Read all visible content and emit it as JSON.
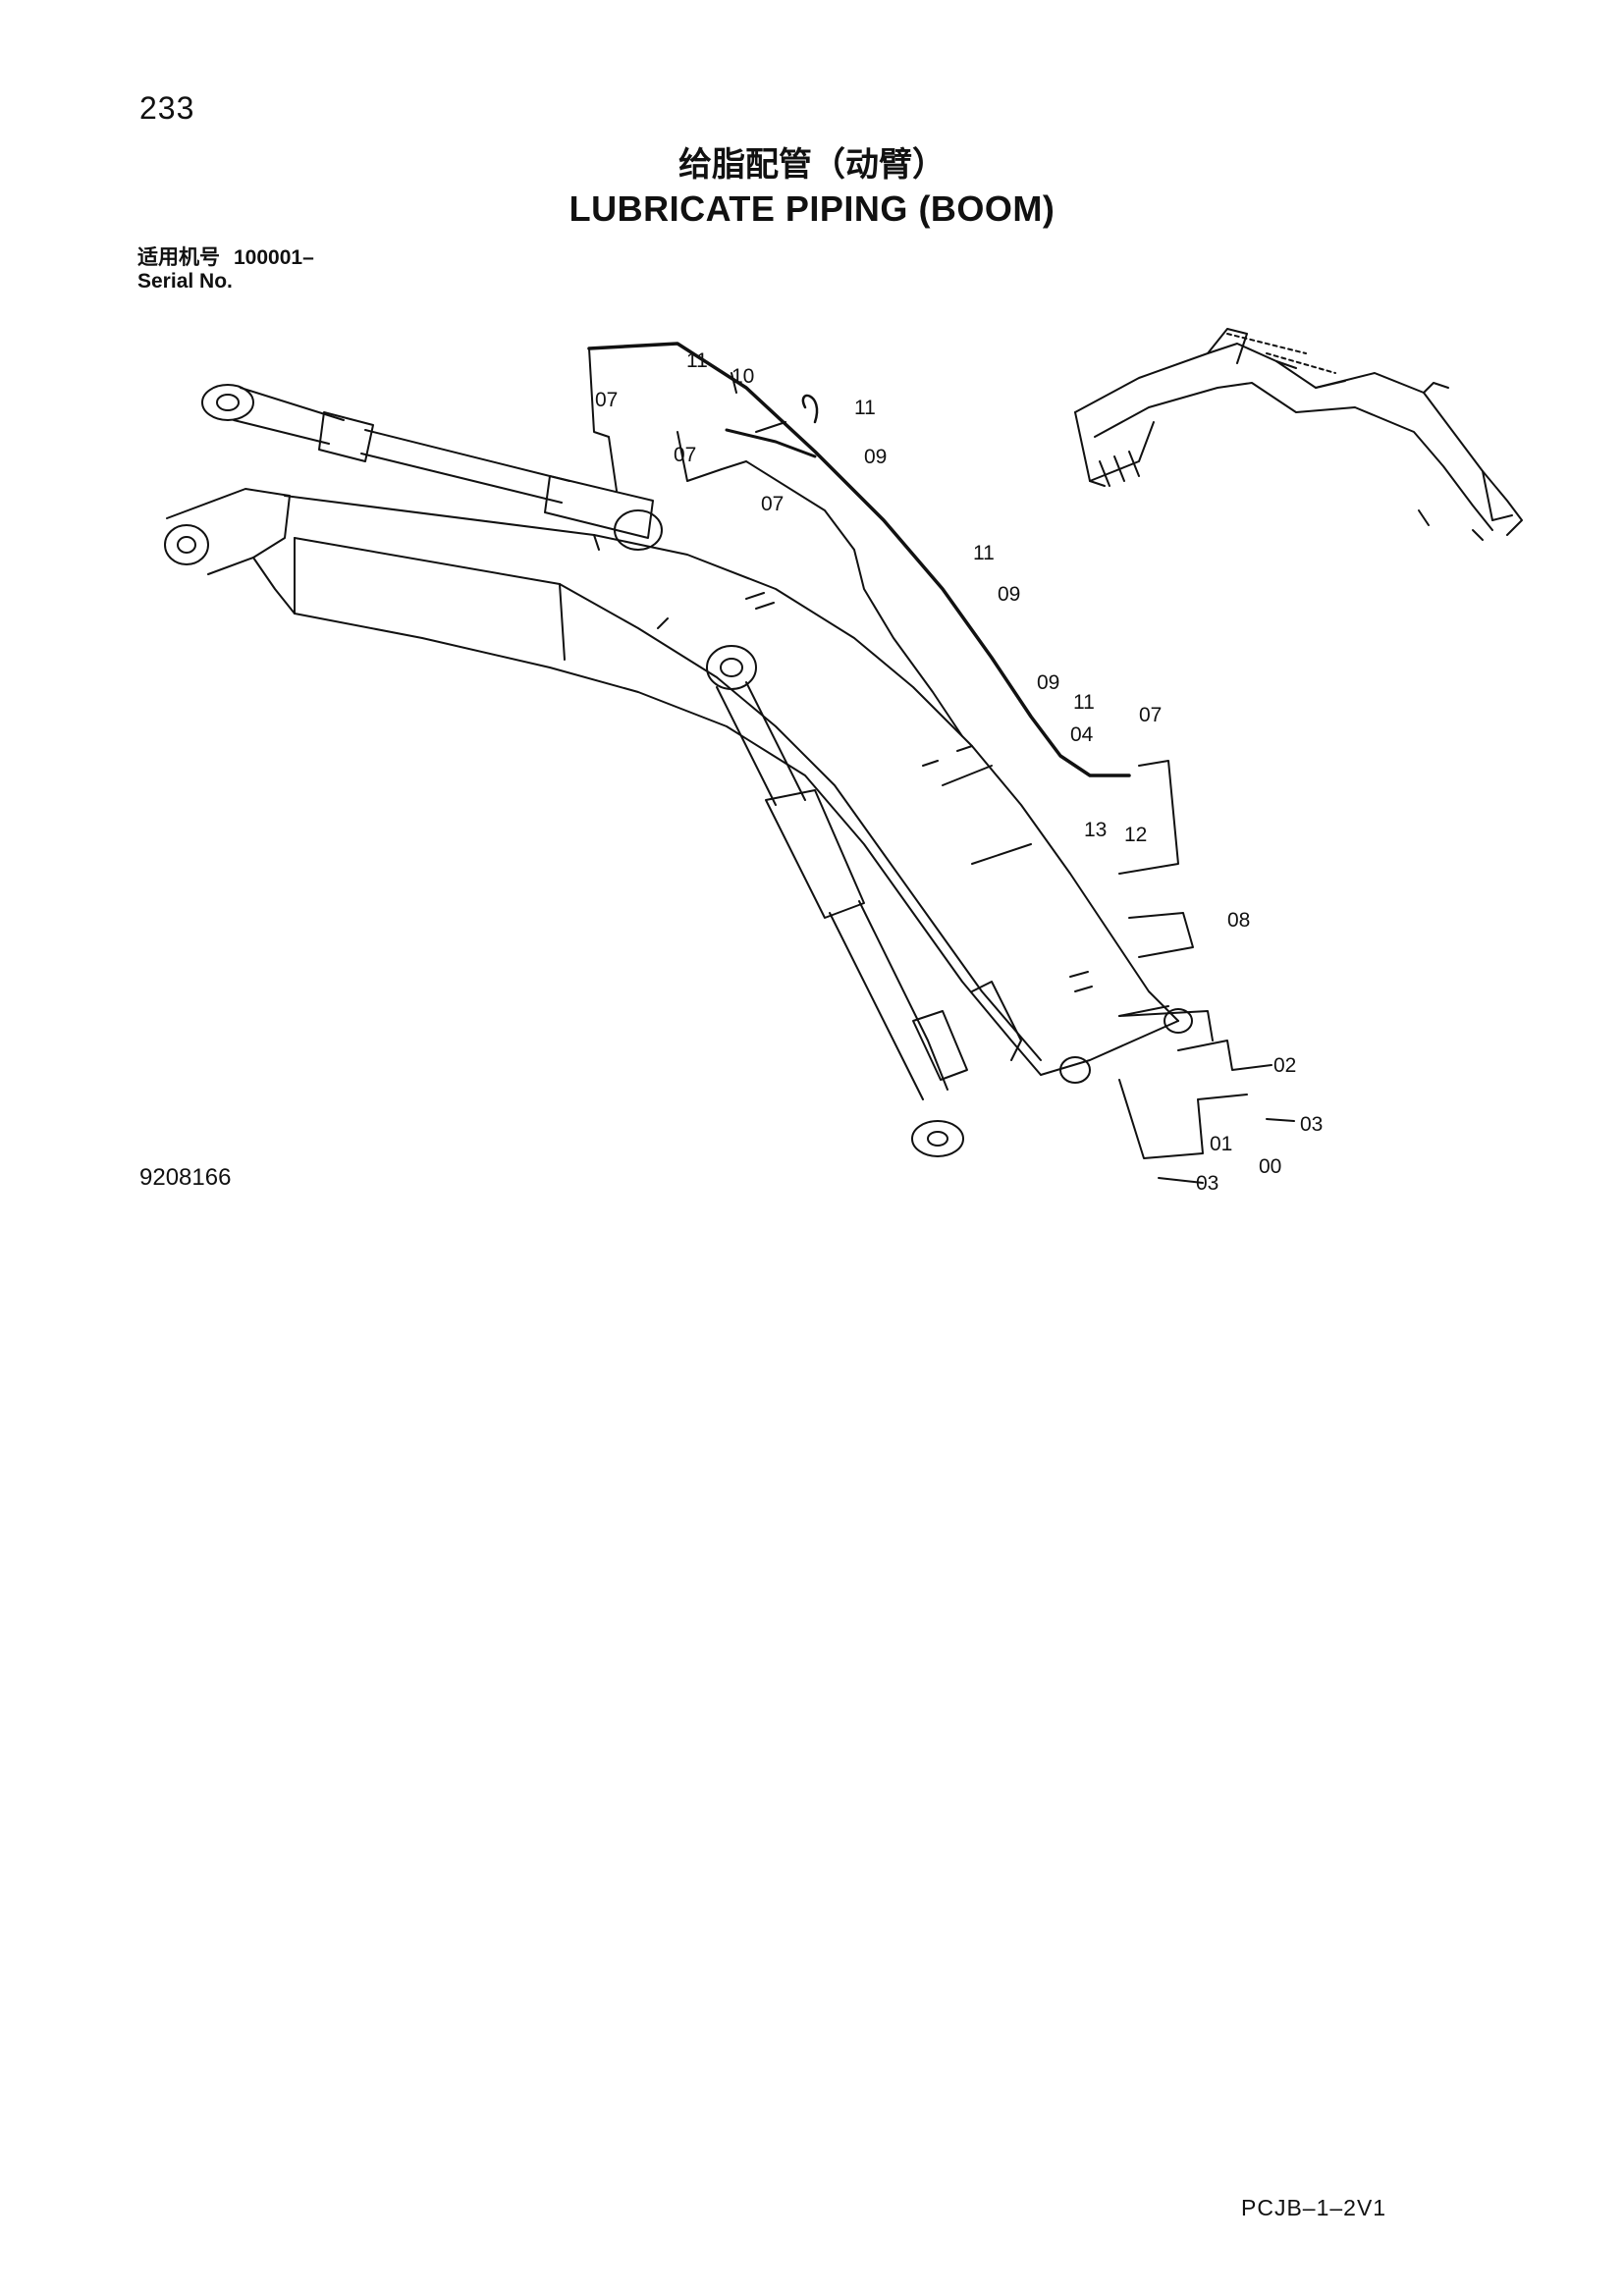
{
  "page": {
    "number": "233"
  },
  "title": {
    "cn": "给脂配管（动臂）",
    "en": "LUBRICATE PIPING (BOOM)"
  },
  "serial": {
    "label_cn": "适用机号",
    "range": "100001–",
    "label_en": "Serial No."
  },
  "drawing_number": "9208166",
  "document_code": "PCJB–1–2V1",
  "callouts": [
    {
      "id": "c11a",
      "text": "11"
    },
    {
      "id": "c10",
      "text": "10"
    },
    {
      "id": "c07a",
      "text": "07"
    },
    {
      "id": "c11b",
      "text": "11"
    },
    {
      "id": "c07b",
      "text": "07"
    },
    {
      "id": "c09a",
      "text": "09"
    },
    {
      "id": "c07c",
      "text": "07"
    },
    {
      "id": "c11c",
      "text": "11"
    },
    {
      "id": "c09b",
      "text": "09"
    },
    {
      "id": "c09c",
      "text": "09"
    },
    {
      "id": "c11d",
      "text": "11"
    },
    {
      "id": "c04",
      "text": "04"
    },
    {
      "id": "c07d",
      "text": "07"
    },
    {
      "id": "c13",
      "text": "13"
    },
    {
      "id": "c12",
      "text": "12"
    },
    {
      "id": "c08",
      "text": "08"
    },
    {
      "id": "c02",
      "text": "02"
    },
    {
      "id": "c03a",
      "text": "03"
    },
    {
      "id": "c01",
      "text": "01"
    },
    {
      "id": "c00",
      "text": "00"
    },
    {
      "id": "c03b",
      "text": "03"
    }
  ]
}
